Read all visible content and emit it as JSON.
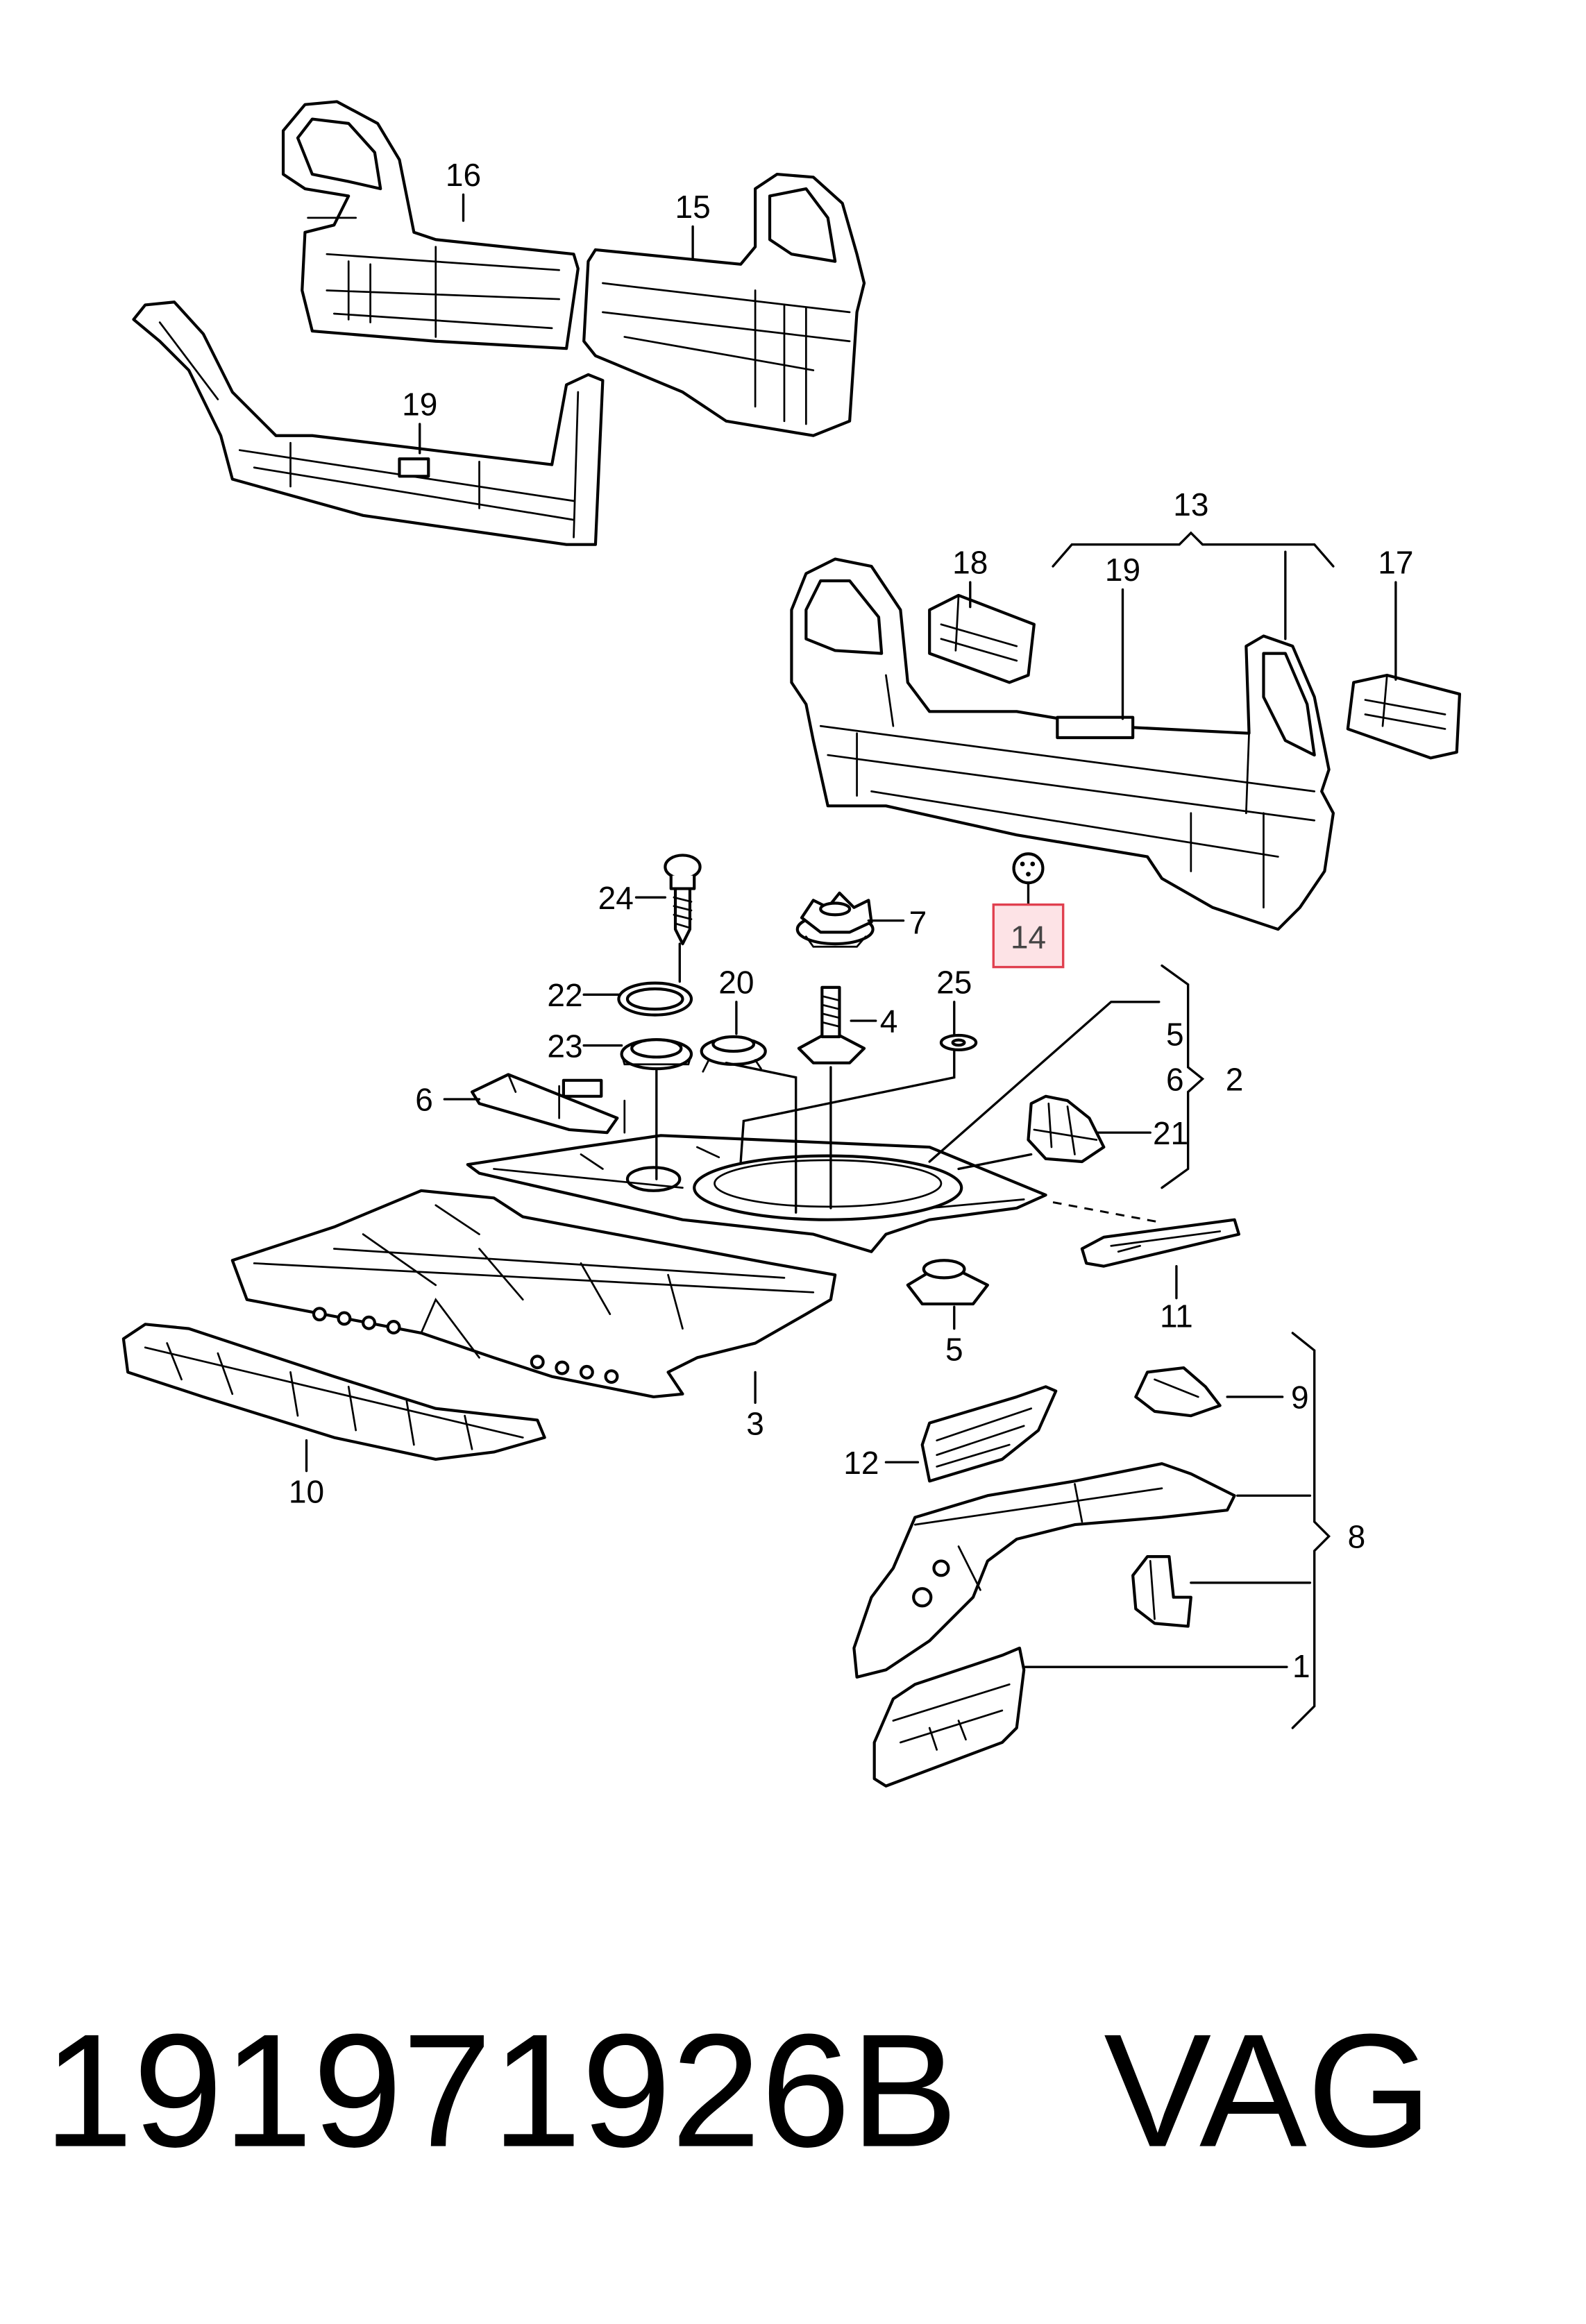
{
  "part_number": "191971926B",
  "brand": "VAG",
  "highlighted_callout": "14",
  "callouts": [
    "16",
    "15",
    "19",
    "13",
    "18",
    "19",
    "17",
    "24",
    "7",
    "14",
    "22",
    "20",
    "25",
    "4",
    "23",
    "5",
    "6",
    "2",
    "6",
    "21",
    "5",
    "11",
    "3",
    "10",
    "9",
    "12",
    "8",
    "1"
  ],
  "colors": {
    "line": "#000000",
    "highlight_fill": "#fde3e6",
    "highlight_border": "#e0404f"
  }
}
